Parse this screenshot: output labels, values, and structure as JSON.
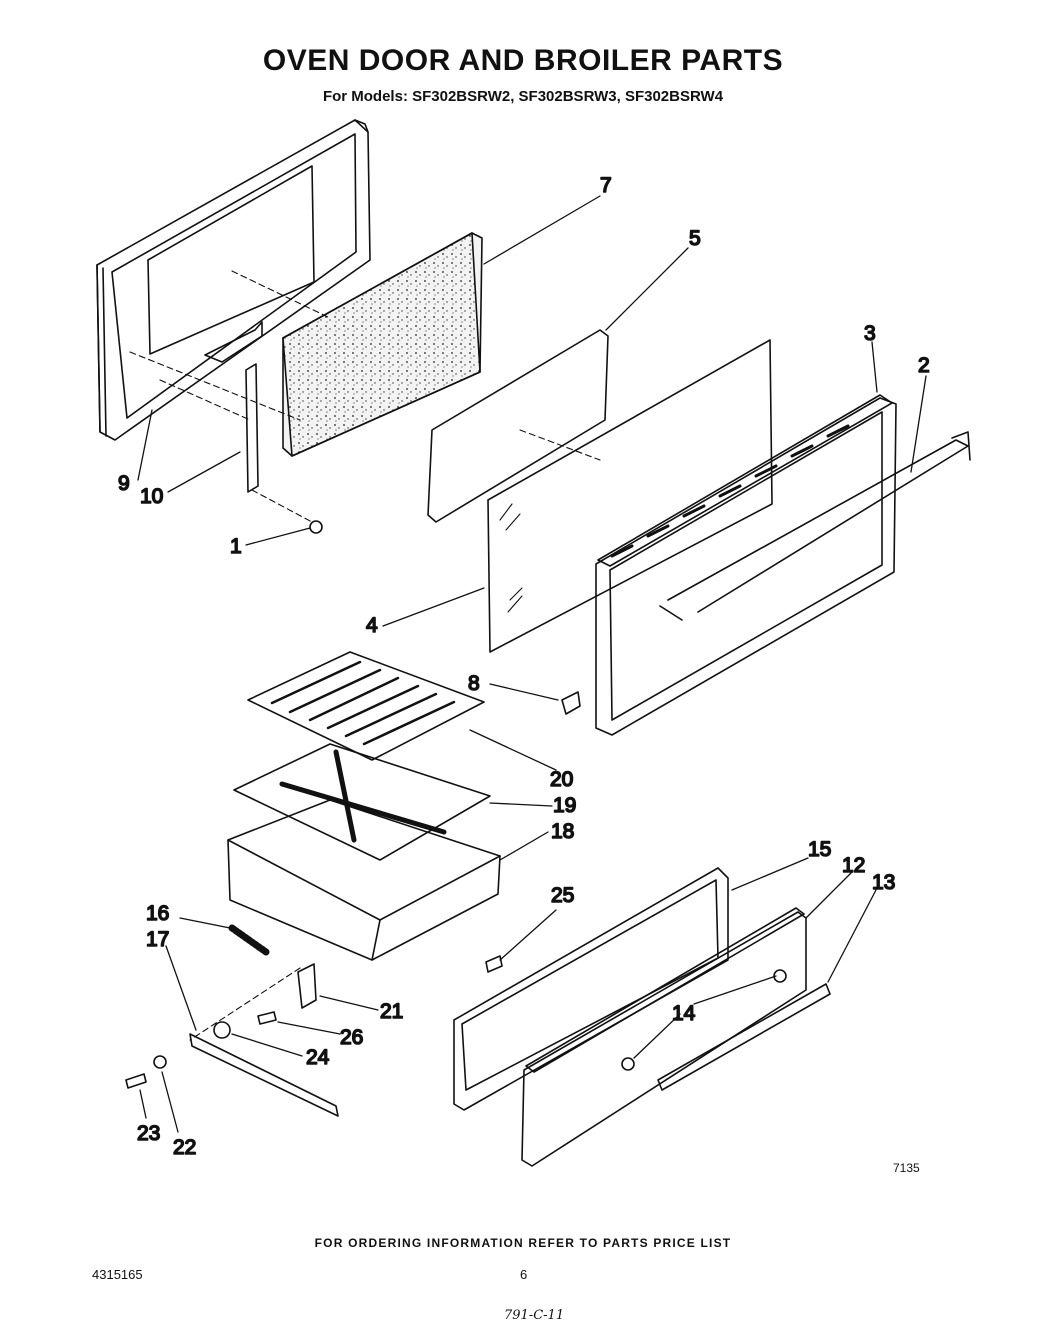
{
  "title": "OVEN DOOR AND BROILER PARTS",
  "subtitle": "For Models: SF302BSRW2, SF302BSRW3, SF302BSRW4",
  "callouts": [
    "1",
    "2",
    "3",
    "4",
    "5",
    "7",
    "8",
    "9",
    "10",
    "12",
    "13",
    "14",
    "15",
    "16",
    "17",
    "18",
    "19",
    "20",
    "21",
    "22",
    "23",
    "24",
    "25",
    "26"
  ],
  "figure_code": "7135",
  "footer_note": "FOR ORDERING INFORMATION REFER TO PARTS PRICE LIST",
  "doc_number": "4315165",
  "page_number": "6",
  "handwritten_note": "791-C-11"
}
